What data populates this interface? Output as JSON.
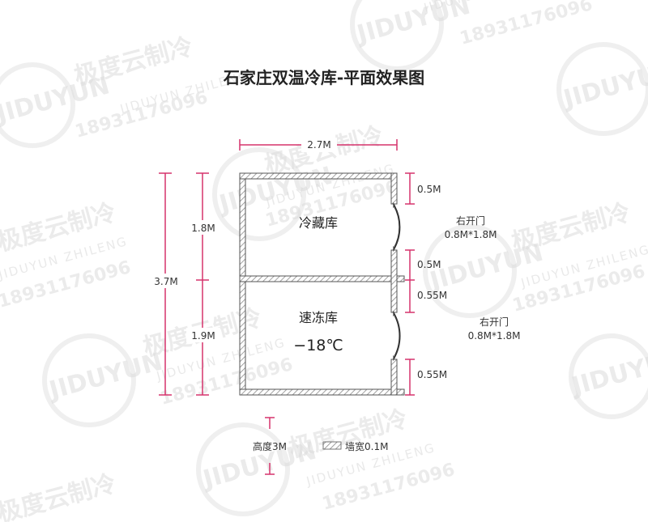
{
  "title": "石家庄双温冷库-平面效果图",
  "watermark": {
    "brand": "极度云制冷",
    "pinyin": "JIDUYUN ZHILENG",
    "phone": "18931176096",
    "logo": "JIDUYUN"
  },
  "dimensions": {
    "width": "2.7M",
    "total_height": "3.7M",
    "upper_height": "1.8M",
    "lower_height": "1.9M",
    "right_top": "0.5M",
    "right_mid_upper": "0.5M",
    "right_mid_lower": "0.55M",
    "right_bottom": "0.55M"
  },
  "rooms": {
    "upper": {
      "name": "冷藏库"
    },
    "lower": {
      "name": "速冻库",
      "temperature": "−18℃"
    }
  },
  "doors": {
    "upper": {
      "side": "右开门",
      "size": "0.8M*1.8M"
    },
    "lower": {
      "side": "右开门",
      "size": "0.8M*1.8M"
    }
  },
  "legend": {
    "height": "高度3M",
    "wall": "墙宽0.1M"
  },
  "colors": {
    "dimension_line": "#d6336c",
    "wall_hatch": "#888888",
    "watermark": "#dcdcdc"
  }
}
